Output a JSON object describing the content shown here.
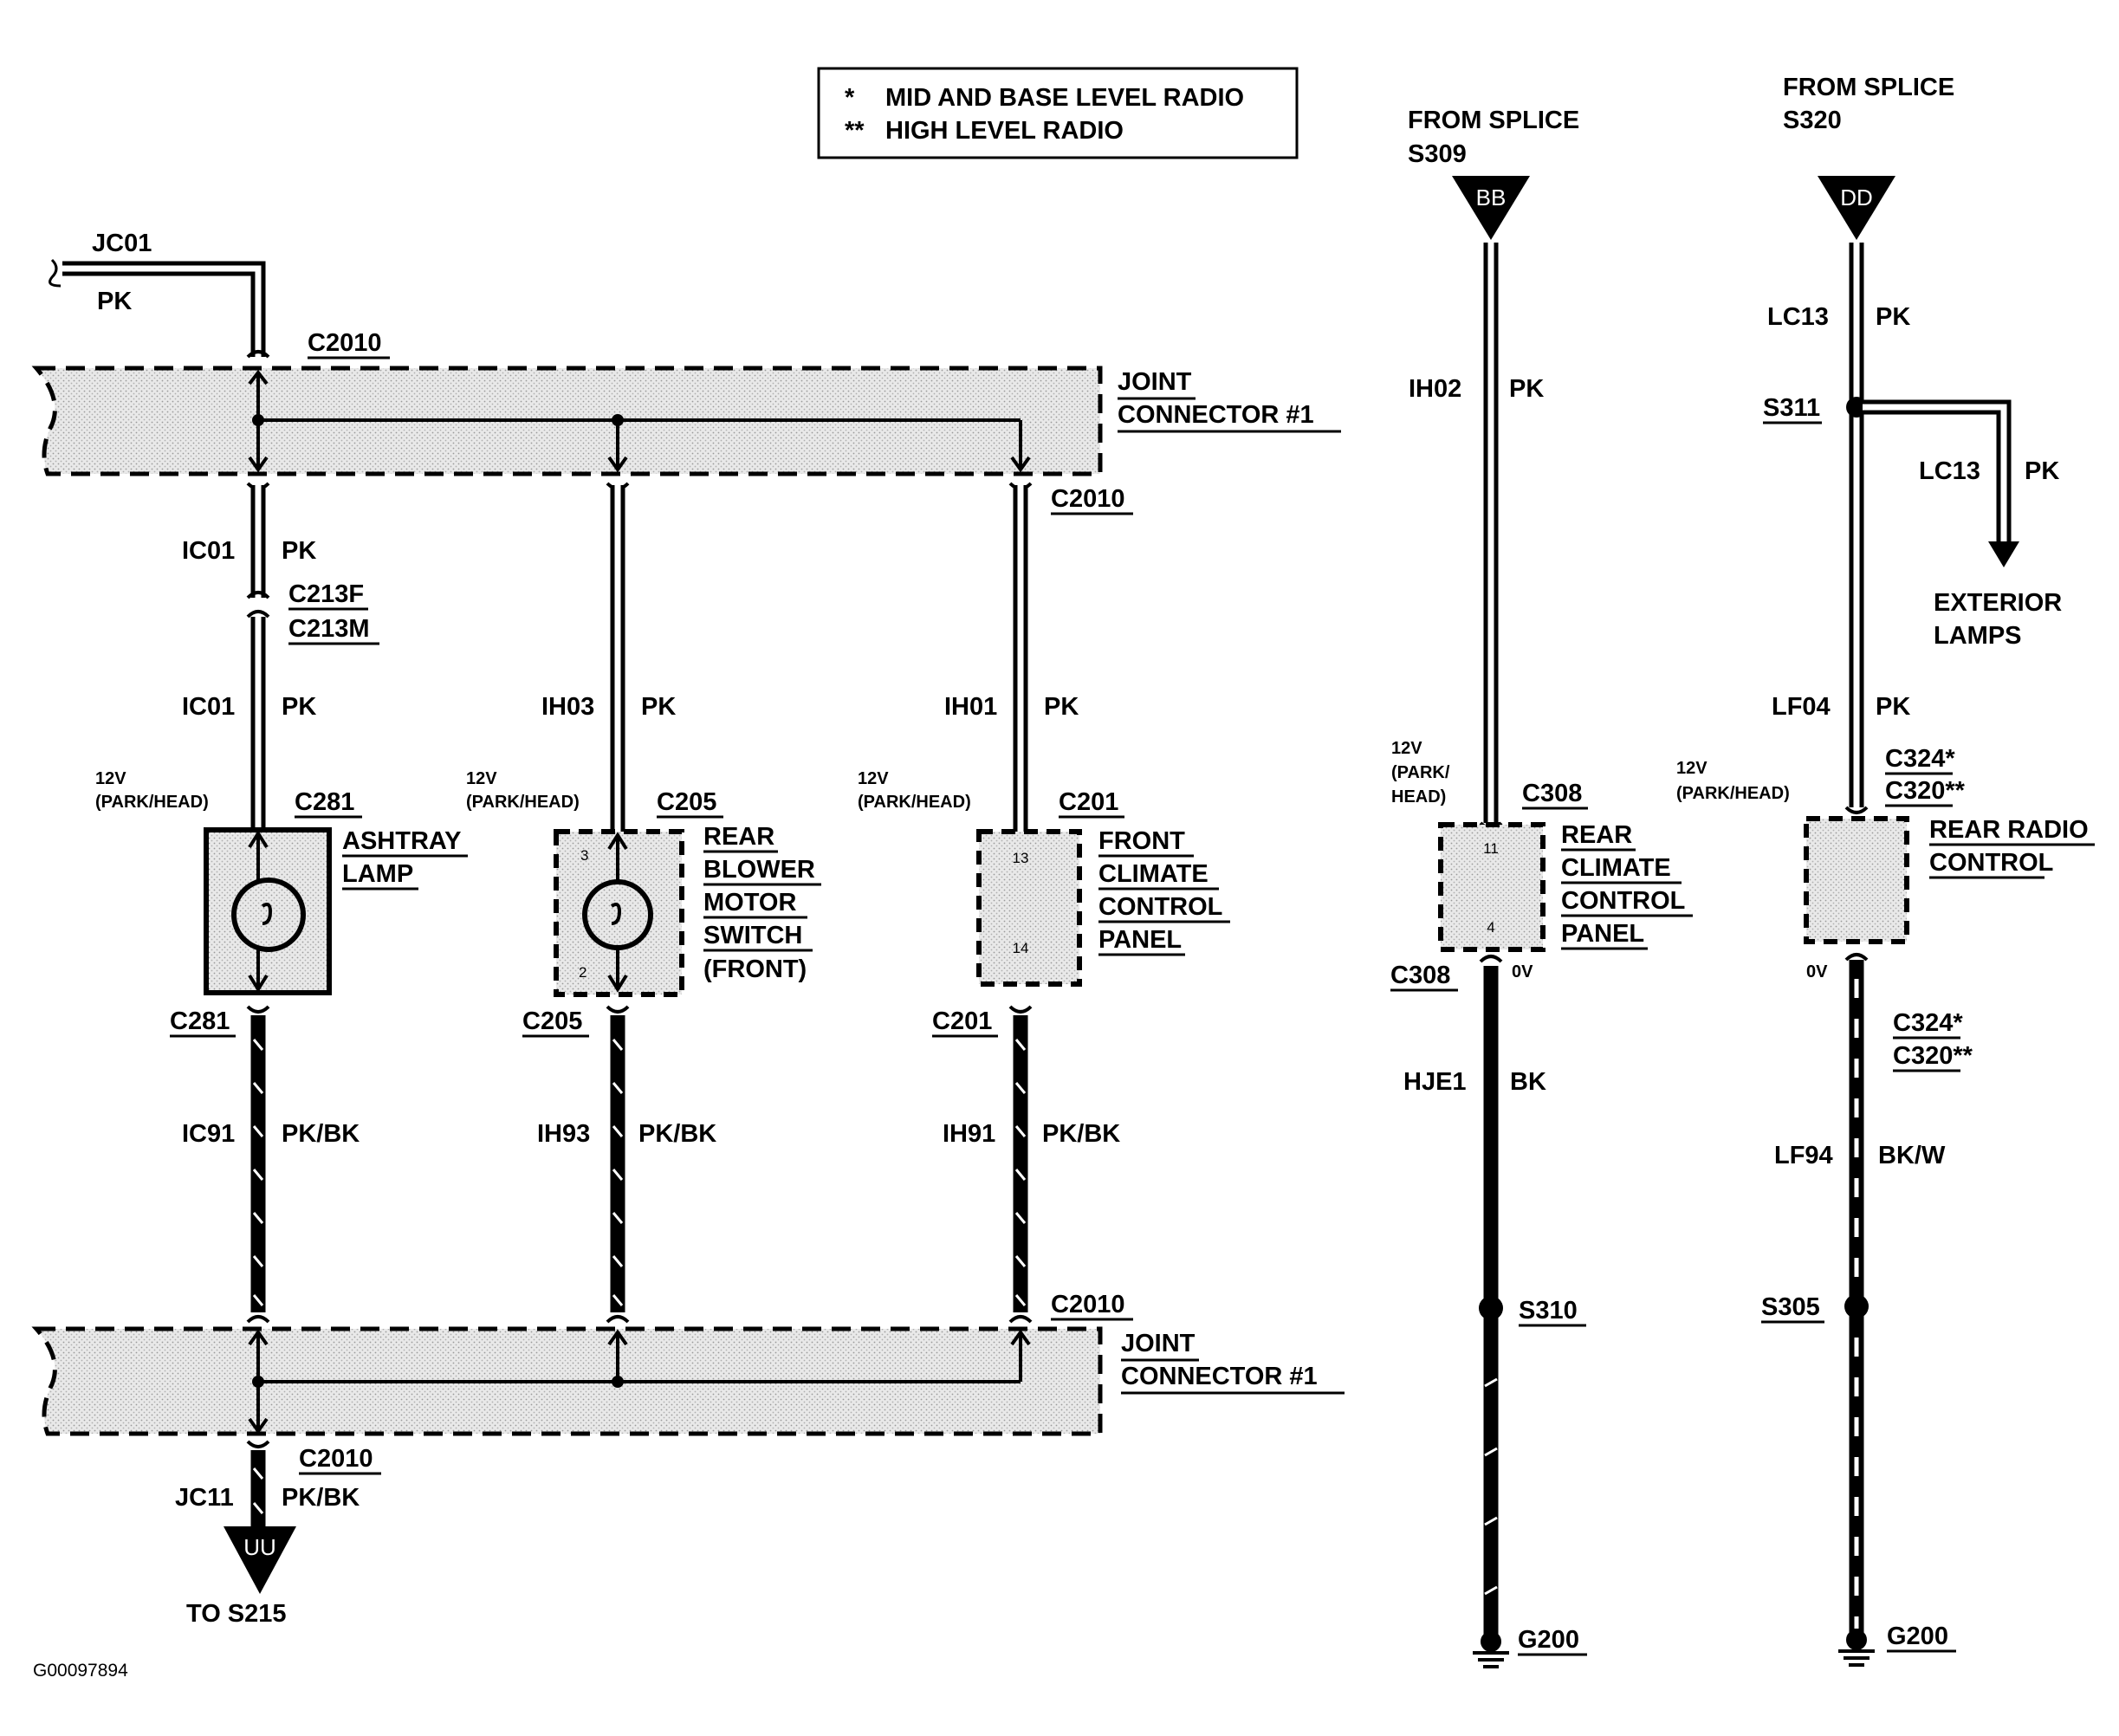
{
  "legend": {
    "line1_mark": "*",
    "line1_text": "MID AND BASE LEVEL RADIO",
    "line2_mark": "**",
    "line2_text": "HIGH LEVEL RADIO"
  },
  "jc01": {
    "circuit": "JC01",
    "color": "PK"
  },
  "joint_top": {
    "connector": "C2010",
    "connector_right": "C2010",
    "name1": "JOINT",
    "name2": "CONNECTOR #1"
  },
  "joint_bottom": {
    "connector": "C2010",
    "connector_bottom": "C2010",
    "name1": "JOINT",
    "name2": "CONNECTOR #1"
  },
  "col1": {
    "circuit_a": "IC01",
    "color_a": "PK",
    "inline_f": "C213F",
    "inline_m": "C213M",
    "circuit_b": "IC01",
    "color_b": "PK",
    "voltage": "12V",
    "mode": "(PARK/HEAD)",
    "conn_top": "C281",
    "name1": "ASHTRAY",
    "name2": "LAMP",
    "conn_bottom": "C281",
    "circuit_ground": "IC91",
    "color_ground": "PK/BK"
  },
  "col2": {
    "circuit": "IH03",
    "color": "PK",
    "voltage": "12V",
    "mode": "(PARK/HEAD)",
    "conn_top": "C205",
    "pin_top": "3",
    "pin_bottom": "2",
    "name1": "REAR",
    "name2": "BLOWER",
    "name3": "MOTOR",
    "name4": "SWITCH",
    "name5": "(FRONT)",
    "conn_bottom": "C205",
    "circuit_ground": "IH93",
    "color_ground": "PK/BK"
  },
  "col3": {
    "circuit": "IH01",
    "color": "PK",
    "voltage": "12V",
    "mode": "(PARK/HEAD)",
    "conn_top": "C201",
    "pin_top": "13",
    "pin_bottom": "14",
    "name1": "FRONT",
    "name2": "CLIMATE",
    "name3": "CONTROL",
    "name4": "PANEL",
    "conn_bottom": "C201",
    "circuit_ground": "IH91",
    "color_ground": "PK/BK"
  },
  "bottom_out": {
    "circuit": "JC11",
    "color": "PK/BK",
    "marker": "UU",
    "dest": "TO S215"
  },
  "col4": {
    "from1": "FROM SPLICE",
    "from2": "S309",
    "marker": "BB",
    "circuit": "IH02",
    "color": "PK",
    "voltage": "12V",
    "mode1": "(PARK/",
    "mode2": "HEAD)",
    "conn_top": "C308",
    "pin_top": "11",
    "pin_bottom": "4",
    "name1": "REAR",
    "name2": "CLIMATE",
    "name3": "CONTROL",
    "name4": "PANEL",
    "conn_bottom": "C308",
    "zero_v": "0V",
    "circuit_ground": "HJE1",
    "color_ground": "BK",
    "splice": "S310",
    "ground": "G200"
  },
  "col5": {
    "from1": "FROM SPLICE",
    "from2": "S320",
    "marker": "DD",
    "circuit_a": "LC13",
    "color_a": "PK",
    "splice": "S311",
    "branch_circuit": "LC13",
    "branch_color": "PK",
    "branch_dest1": "EXTERIOR",
    "branch_dest2": "LAMPS",
    "circuit_b": "LF04",
    "color_b": "PK",
    "voltage": "12V",
    "mode": "(PARK/HEAD)",
    "conn_top1": "C324*",
    "conn_top2": "C320**",
    "name1": "REAR RADIO",
    "name2": "CONTROL",
    "zero_v": "0V",
    "conn_bottom1": "C324*",
    "conn_bottom2": "C320**",
    "circuit_ground": "LF94",
    "color_ground": "BK/W",
    "splice_ground": "S305",
    "ground": "G200"
  },
  "figure_id": "G00097894"
}
